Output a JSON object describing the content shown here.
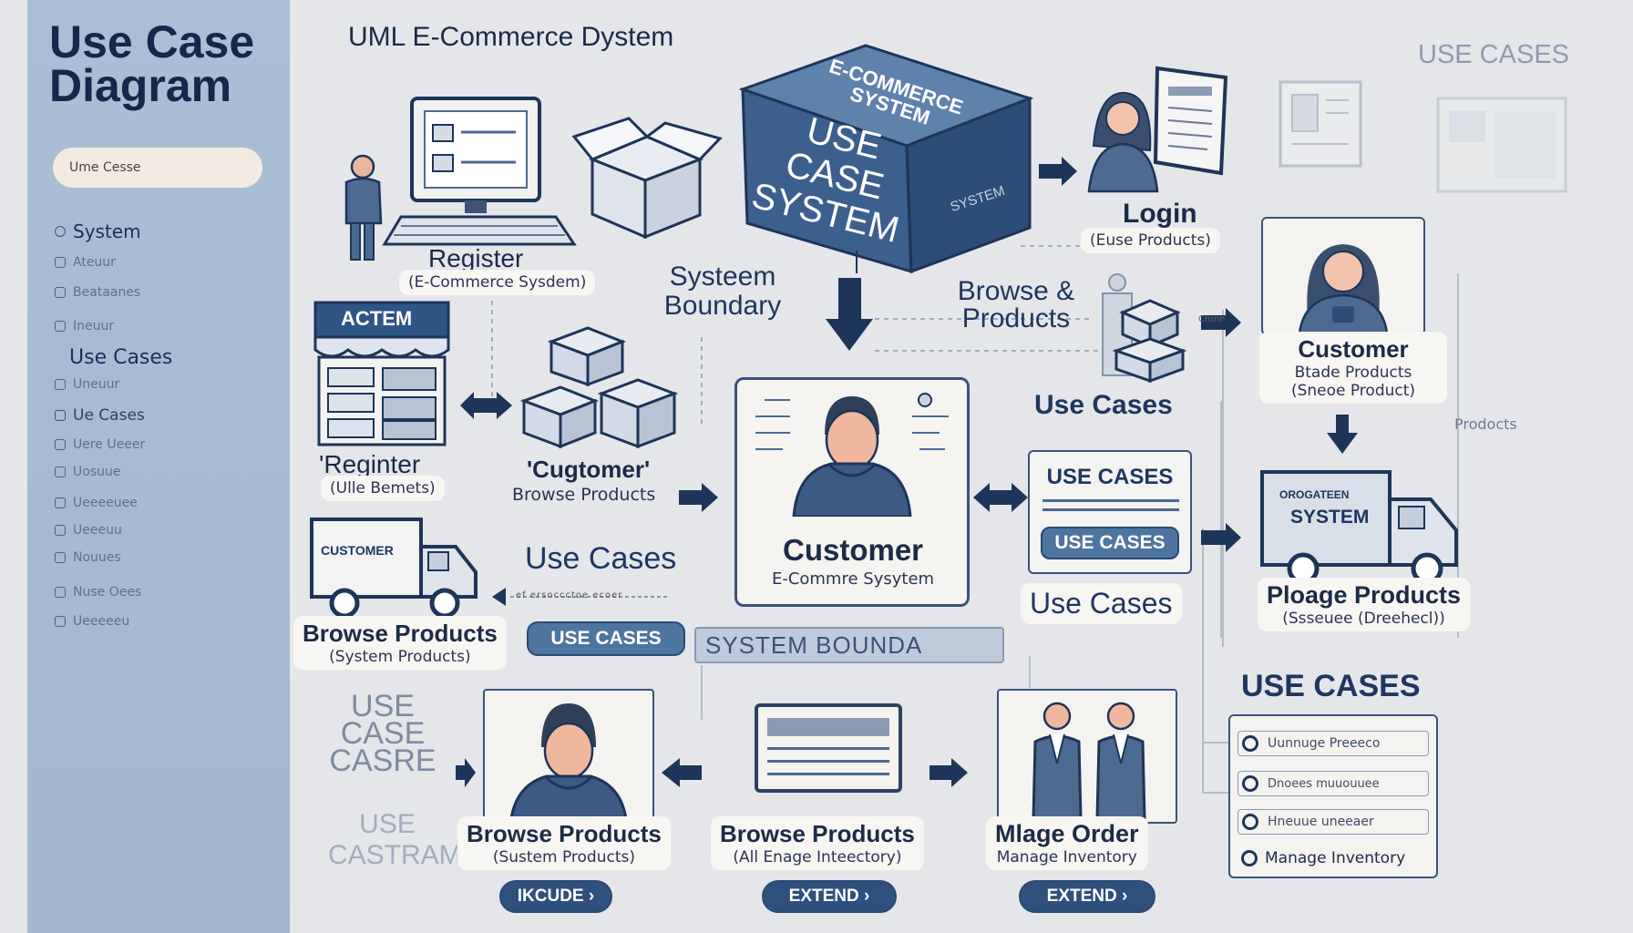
{
  "sidebar": {
    "title": "Use Case Diagram",
    "search_value": "Ume Cesse",
    "items": [
      {
        "label": "System",
        "style": "mid"
      },
      {
        "label": "Ateuur",
        "style": "sub"
      },
      {
        "label": "Beataanes",
        "style": "sub"
      },
      {
        "label": "Ineuur",
        "style": "sub"
      },
      {
        "label": "Use Cases",
        "style": "big"
      },
      {
        "label": "Uneuur",
        "style": "sub"
      },
      {
        "label": "Ue Cases",
        "style": "sub"
      },
      {
        "label": "Uere Ueeer",
        "style": "sub"
      },
      {
        "label": "Uosuue",
        "style": "sub"
      },
      {
        "label": "Ueeeeuee",
        "style": "sub"
      },
      {
        "label": "Ueeeuu",
        "style": "sub"
      },
      {
        "label": "Nouues",
        "style": "sub"
      },
      {
        "label": "Nuse Oees",
        "style": "sub"
      },
      {
        "label": "Ueeeeeu",
        "style": "sub"
      }
    ]
  },
  "header": {
    "title": "UML E-Commerce Dystem",
    "top_right": "USE CASES"
  },
  "system_box": {
    "top": "E-COMMERCE SYSTEM",
    "front": "USE CASE SYSTEM",
    "side": "SYSTEM"
  },
  "labels": {
    "register_title": "Register",
    "register_cap": "(E-Commerce Sysdem)",
    "login_title": "Login",
    "login_cap": "(Euse Products)",
    "system_boundary": "Systeem Boundary",
    "browse_top": "Browse & Products",
    "use_cases_mid_right": "Use Cases",
    "customer_right_title": "Customer",
    "customer_right_cap1": "Btade Products",
    "customer_right_cap2": "(Sneoe Product)",
    "products_note": "Prodocts",
    "actem_sign": "ACTEM",
    "reginter_title": "'Reginter",
    "reginter_cap": "(Ulle Bemets)",
    "cugtomer_title": "'Cugtomer'",
    "cugtomer_cap": "Browse Products",
    "customer_center_title": "Customer",
    "customer_center_cap": "E-Commre Sysytem",
    "uc_card_title": "USE CASES",
    "uc_card_button": "USE CASES",
    "use_cases_left": "Use Cases",
    "use_cases_right2": "Use Cases",
    "truck_left_text": "CUSTOMER",
    "truck_right_text1": "OROGATEEN",
    "truck_right_text2": "SYSTEM",
    "browse_left_title": "Browse Products",
    "browse_left_cap": "(System Products)",
    "use_cases_pill": "USE CASES",
    "system_boundary_bar": "SYSTEM BOUNDA",
    "dotted_caption": "ef ersoccctoe ecoer",
    "ploage_title": "Ploage Products",
    "ploage_cap": "(Ssseuee (Dreehecl))",
    "use_cases_heading": "USE CASES",
    "list_items": [
      "Uunnuge Preeeco",
      "Dnoees muuouuee",
      "Hneuue uneeaer",
      "Manage Inventory"
    ],
    "use_case_faded1": "USE CASE CASRE",
    "use_case_faded2": "USE CASTRAM",
    "browse_b1_title": "Browse Products",
    "browse_b1_cap": "(Sustem Products)",
    "browse_b2_title": "Browse Products",
    "browse_b2_cap": "(All Enage Inteectory)",
    "manage_title": "Mlage Order",
    "manage_cap": "Manage Inventory",
    "pill_include": "IKCUDE ›",
    "pill_extend1": "EXTEND ›",
    "pill_extend2": "EXTEND ›",
    "cmnn_tag": "Cmnn"
  },
  "colors": {
    "accent": "#3d5f8d",
    "dark": "#1d3558",
    "sidebar": "#a9bfd6",
    "background": "#e4e6ea"
  }
}
